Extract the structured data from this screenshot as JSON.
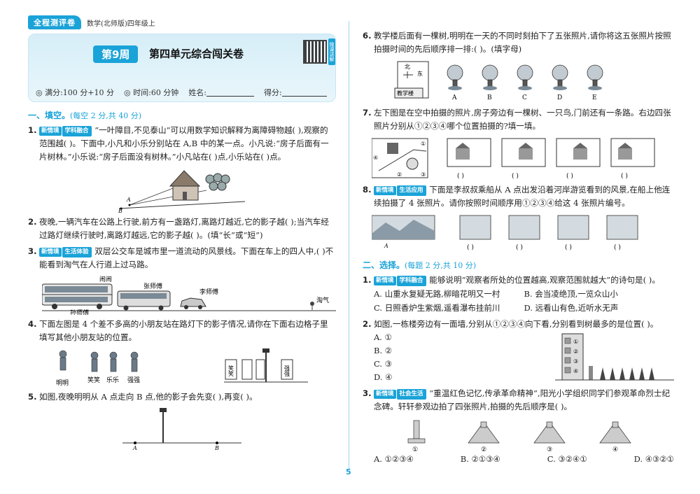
{
  "header": {
    "tag": "全程测评卷",
    "subtitle": "数学(北师版)四年级上",
    "week": "第9周",
    "title": "第四单元综合闯关卷",
    "qr_side": "微课讲解",
    "full_score": "◎ 满分:100 分+10 分",
    "time": "◎ 时间:60 分钟",
    "name_label": "姓名:",
    "score_label": "得分:"
  },
  "section1": {
    "title": "一、填空。",
    "note": "(每空 2 分,共 40 分)"
  },
  "section2": {
    "title": "二、选择。",
    "note": "(每题 2 分,共 10 分)"
  },
  "badges": {
    "new": "新情境",
    "subject": "学科融合",
    "life": "生活体验",
    "life_app": "生活应用",
    "social": "社会生活"
  },
  "q1": {
    "num": "1.",
    "text": "“一叶障目,不见泰山”可以用数学知识解释为离障碍物越(    ),观察的范围越(    )。下面中,小凡和小乐分别站在 A,B 中的某一点。小凡说:“房子后面有一片树林。”小乐说:“房子后面没有树林。”小凡站在(    )点,小乐站在(    )点。"
  },
  "q2": {
    "num": "2.",
    "text": "夜晚,一辆汽车在公路上行驶,前方有一盏路灯,离路灯越近,它的影子越(    );当汽车经过路灯继续行驶时,离路灯越远,它的影子越(    )。(填“长”或“短”)"
  },
  "q3": {
    "num": "3.",
    "text": "双层公交车是城市里一道流动的风景线。下面在车上的四人中,(    )不能看到淘气在人行道上过马路。",
    "people": [
      "闹闹",
      "张师傅",
      "李师傅",
      "孙师傅",
      "淘气"
    ]
  },
  "q4": {
    "num": "4.",
    "text": "下面左图是 4 个差不多高的小朋友站在路灯下的影子情况,请你在下面右边格子里填写其他小朋友站的位置。",
    "kids": [
      "明明",
      "笑笑",
      "乐乐",
      "强强"
    ],
    "box_left": "笑笑",
    "box_right": "强强"
  },
  "q5": {
    "num": "5.",
    "text": "如图,夜晚明明从 A 点走向 B 点,他的影子会先变(    ),再变(    )。",
    "pa": "A",
    "pb": "B"
  },
  "q6": {
    "num": "6.",
    "text": "教学楼后面有一棵树,明明在一天的不同时刻拍下了五张照片,请你将这五张照片按照拍摄时间的先后顺序排一排:(                              )。(填字母)",
    "building": "教学楼",
    "north": "北",
    "east": "东",
    "photos": [
      "A",
      "B",
      "C",
      "D",
      "E"
    ]
  },
  "q7": {
    "num": "7.",
    "text": "左下图是在空中拍摄的照片,房子旁边有一棵树、一只鸟,门前还有一条路。右边四张照片分别从①②③④哪个位置拍摄的?填一填。",
    "marks": [
      "①",
      "②",
      "③",
      "④"
    ],
    "blank": "(    )"
  },
  "q8": {
    "num": "8.",
    "text": "下面是李叔叔乘船从 A 点出发沿着河岸游览看到的风景,在船上他连续拍摄了 4 张照片。请你按照时间顺序用①②③④给这 4 张照片编号。",
    "pa": "A",
    "blank": "(    )"
  },
  "s2q1": {
    "num": "1.",
    "text": "能够说明“观察者所处的位置越高,观察范围就越大”的诗句是(    )。",
    "options": [
      "A. 山重水复疑无路,柳暗花明又一村",
      "B. 会当凌绝顶,一览众山小",
      "C. 日照香炉生紫烟,遥看瀑布挂前川",
      "D. 远看山有色,近听水无声"
    ]
  },
  "s2q2": {
    "num": "2.",
    "text": "如图,一栋楼旁边有一面墙,分别从①②③④向下看,分别看到树最多的是位置(    )。",
    "options": [
      "A. ①",
      "B. ②",
      "C. ③",
      "D. ④"
    ],
    "floors": [
      "①",
      "②",
      "③",
      "④"
    ]
  },
  "s2q3": {
    "num": "3.",
    "text": "“重温红色记忆,传承革命精神”,阳光小学组织同学们参观革命烈士纪念碑。轩轩参观边拍了四张照片,拍摄的先后顺序是(    )。",
    "captions": [
      "①",
      "②",
      "③",
      "④"
    ],
    "options": [
      "A. ①②③④",
      "B. ②①③④",
      "C. ③②④①",
      "D. ④③②①"
    ]
  },
  "page_number": "5"
}
